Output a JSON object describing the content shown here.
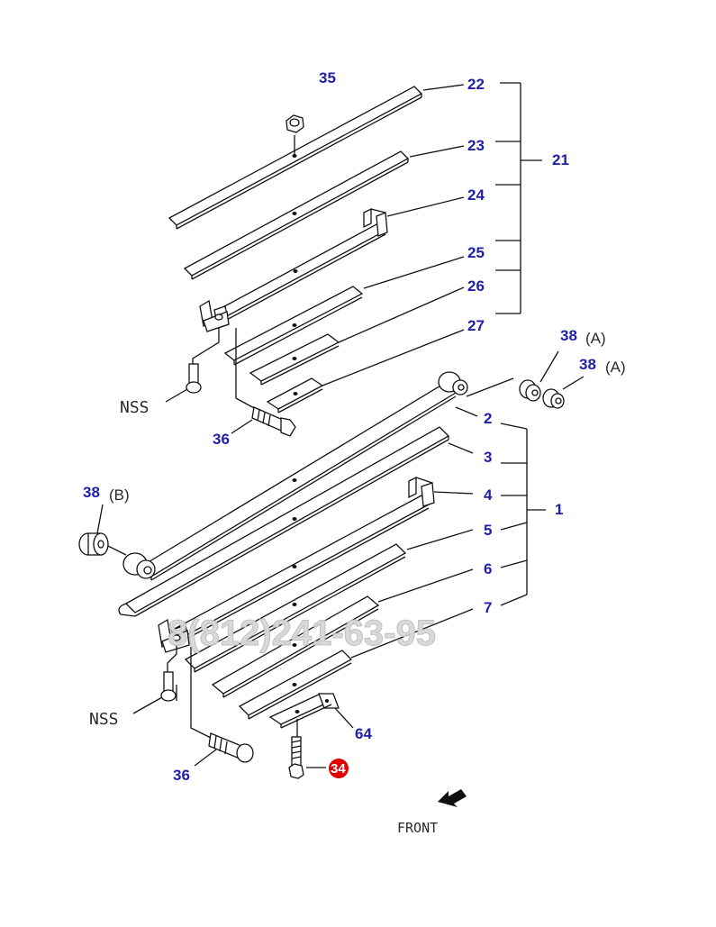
{
  "callouts": {
    "c35": "35",
    "c22": "22",
    "c23": "23",
    "c21": "21",
    "c24": "24",
    "c25": "25",
    "c26": "26",
    "c27": "27",
    "c38a1": "38",
    "c38a2": "38",
    "a1": "(A)",
    "a2": "(A)",
    "c36top": "36",
    "c2": "2",
    "c3": "3",
    "c38b": "38",
    "b": "(B)",
    "c4": "4",
    "c1": "1",
    "c5": "5",
    "c6": "6",
    "c7": "7",
    "c64": "64",
    "c36bot": "36",
    "c34": "34"
  },
  "labels": {
    "nss_top": "NSS",
    "nss_bottom": "NSS",
    "front": "FRONT"
  },
  "watermark": "8(812)241-63-95",
  "colors": {
    "callout": "#1f1fa8",
    "badge": "#e00000",
    "line": "#111111"
  },
  "icons": {
    "front_arrow": "arrow-front-icon"
  }
}
